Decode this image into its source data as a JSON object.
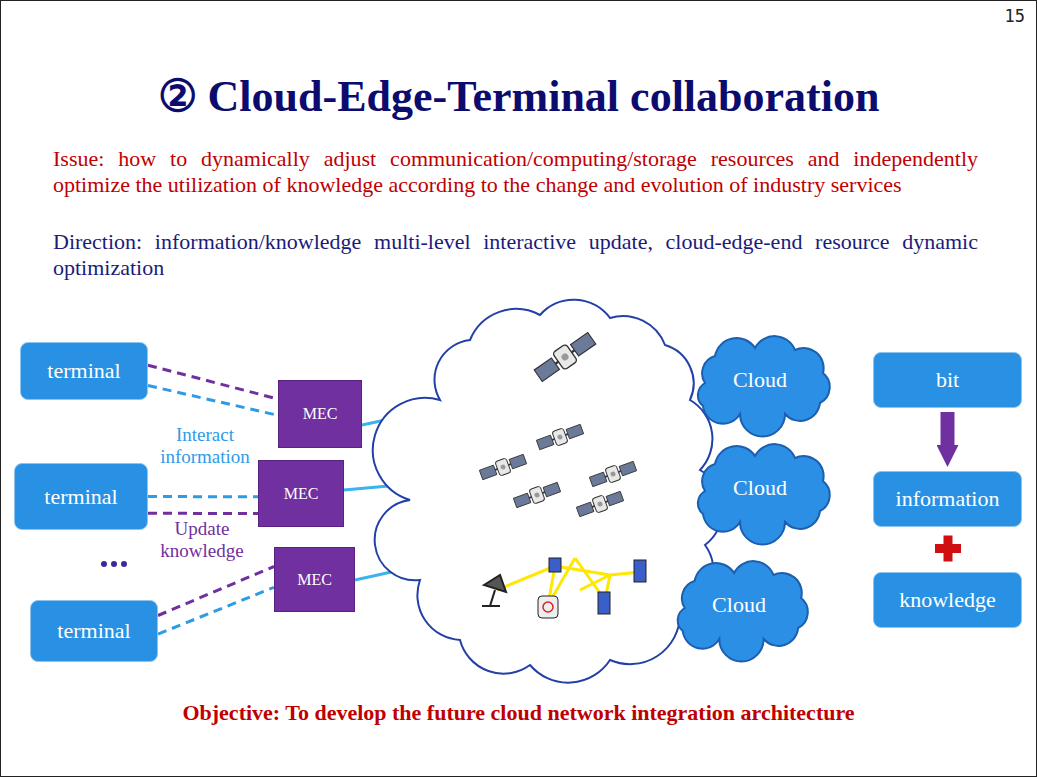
{
  "diagram": {
    "title": "② Cloud-Edge-Terminal collaboration",
    "caption": "Objective: To develop the future cloud network integration architecture",
    "nodes": [
      {
        "text": [
          "terminal"
        ]
      },
      {
        "text": [
          "MEC"
        ]
      },
      {
        "text": [
          "terminal"
        ]
      },
      {
        "text": [
          "MEC"
        ]
      },
      {
        "text": [
          "terminal"
        ]
      },
      {
        "text": [
          "MEC"
        ]
      },
      {
        "text": [
          "Cloud"
        ]
      },
      {
        "text": [
          "Cloud"
        ]
      },
      {
        "text": [
          "Cloud"
        ]
      },
      {
        "text": [
          "bit"
        ]
      },
      {
        "text": [
          "information"
        ]
      },
      {
        "text": [
          "knowledge"
        ]
      }
    ],
    "edges": [
      {
        "from": 0,
        "to": 1,
        "arrow": "none"
      },
      {
        "from": 0,
        "to": 1,
        "arrow": "none"
      },
      {
        "from": 2,
        "to": 3,
        "arrow": "none"
      },
      {
        "from": 2,
        "to": 3,
        "arrow": "none"
      },
      {
        "from": 4,
        "to": 5,
        "arrow": "none"
      },
      {
        "from": 4,
        "to": 5,
        "arrow": "none"
      },
      {
        "from": 9,
        "to": 10,
        "arrow": "to"
      }
    ],
    "labels": [
      "15",
      "Issue: how to dynamically adjust communication/computing/storage resources and independently optimize the utilization of knowledge according to the change and evolution of industry services",
      "Direction: information/knowledge multi-level interactive update, cloud-edge-end resource dynamic optimization",
      "Interact information",
      "Update knowledge"
    ]
  }
}
